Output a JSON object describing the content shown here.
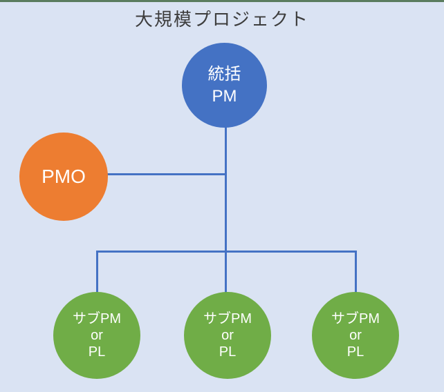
{
  "title": "大規模プロジェクト",
  "colors": {
    "background": "#dae3f3",
    "top_border": "#5a7c5e",
    "blue": "#4472c4",
    "orange": "#ed7d31",
    "green": "#70ad47",
    "line": "#4472c4",
    "title_color": "#3d3d3d",
    "node_text": "#ffffff"
  },
  "nodes": {
    "overall_pm": {
      "line1": "統括",
      "line2": "PM"
    },
    "pmo": {
      "label": "PMO"
    },
    "sub": {
      "line1": "サブPM",
      "line2": "or",
      "line3": "PL"
    }
  }
}
